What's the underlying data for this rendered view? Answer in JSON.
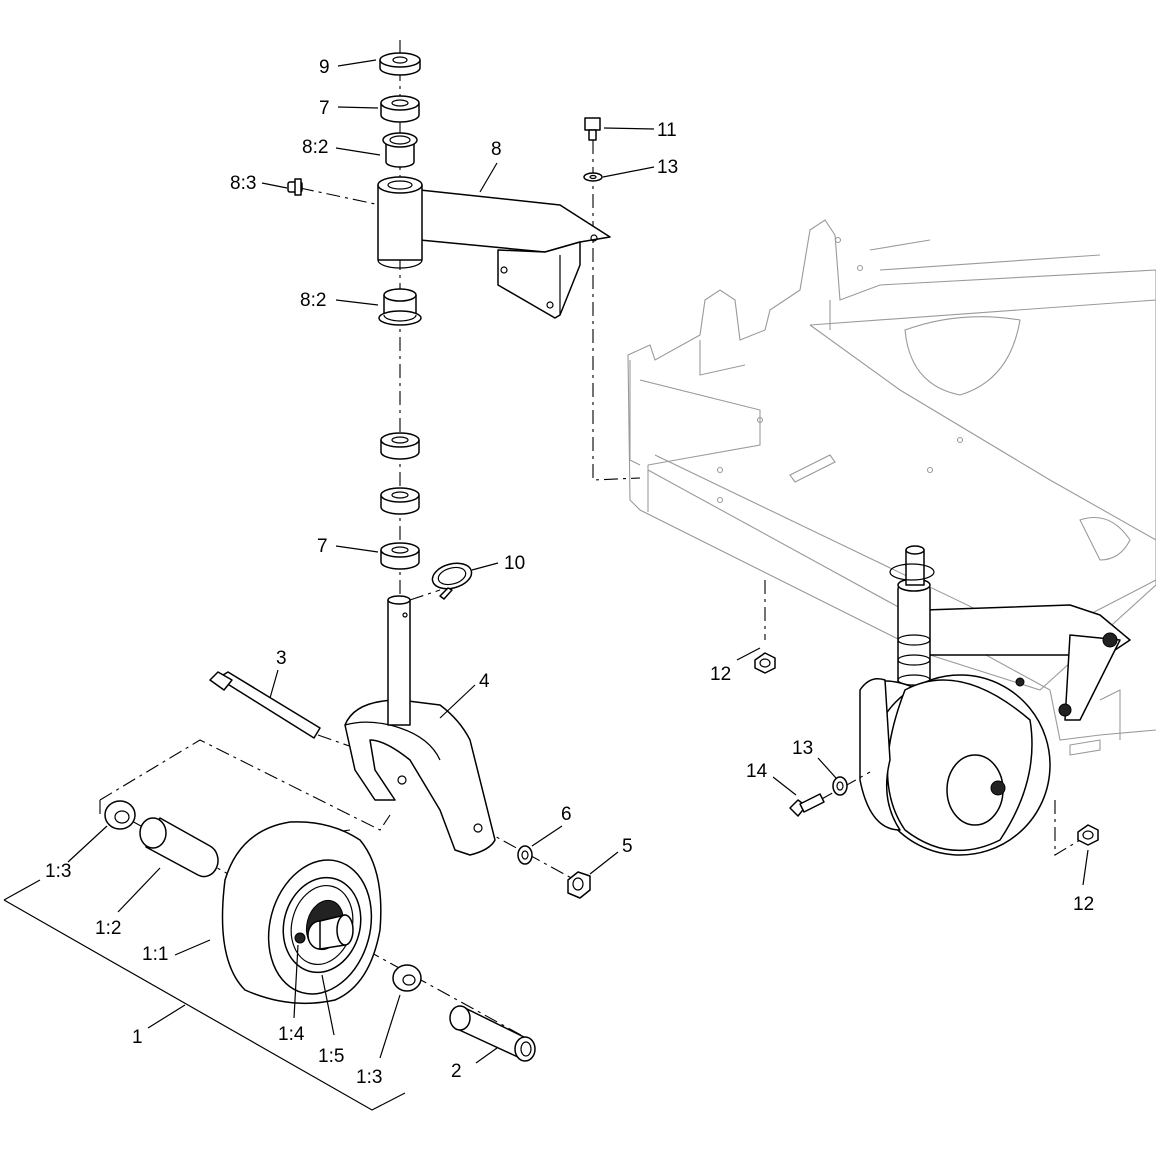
{
  "callouts": {
    "p9": "9",
    "p7_top": "7",
    "p8_2_top": "8:2",
    "p8_3": "8:3",
    "p8": "8",
    "p8_2_bottom": "8:2",
    "p7_bottom": "7",
    "p10": "10",
    "p11": "11",
    "p13_top": "13",
    "p3": "3",
    "p4": "4",
    "p6": "6",
    "p5": "5",
    "p1_3_left": "1:3",
    "p1_2": "1:2",
    "p1_1": "1:1",
    "p1": "1",
    "p1_4": "1:4",
    "p1_5": "1:5",
    "p1_3_right": "1:3",
    "p2": "2",
    "p12_top": "12",
    "p14": "14",
    "p13_bottom": "13",
    "p12_bottom": "12"
  }
}
